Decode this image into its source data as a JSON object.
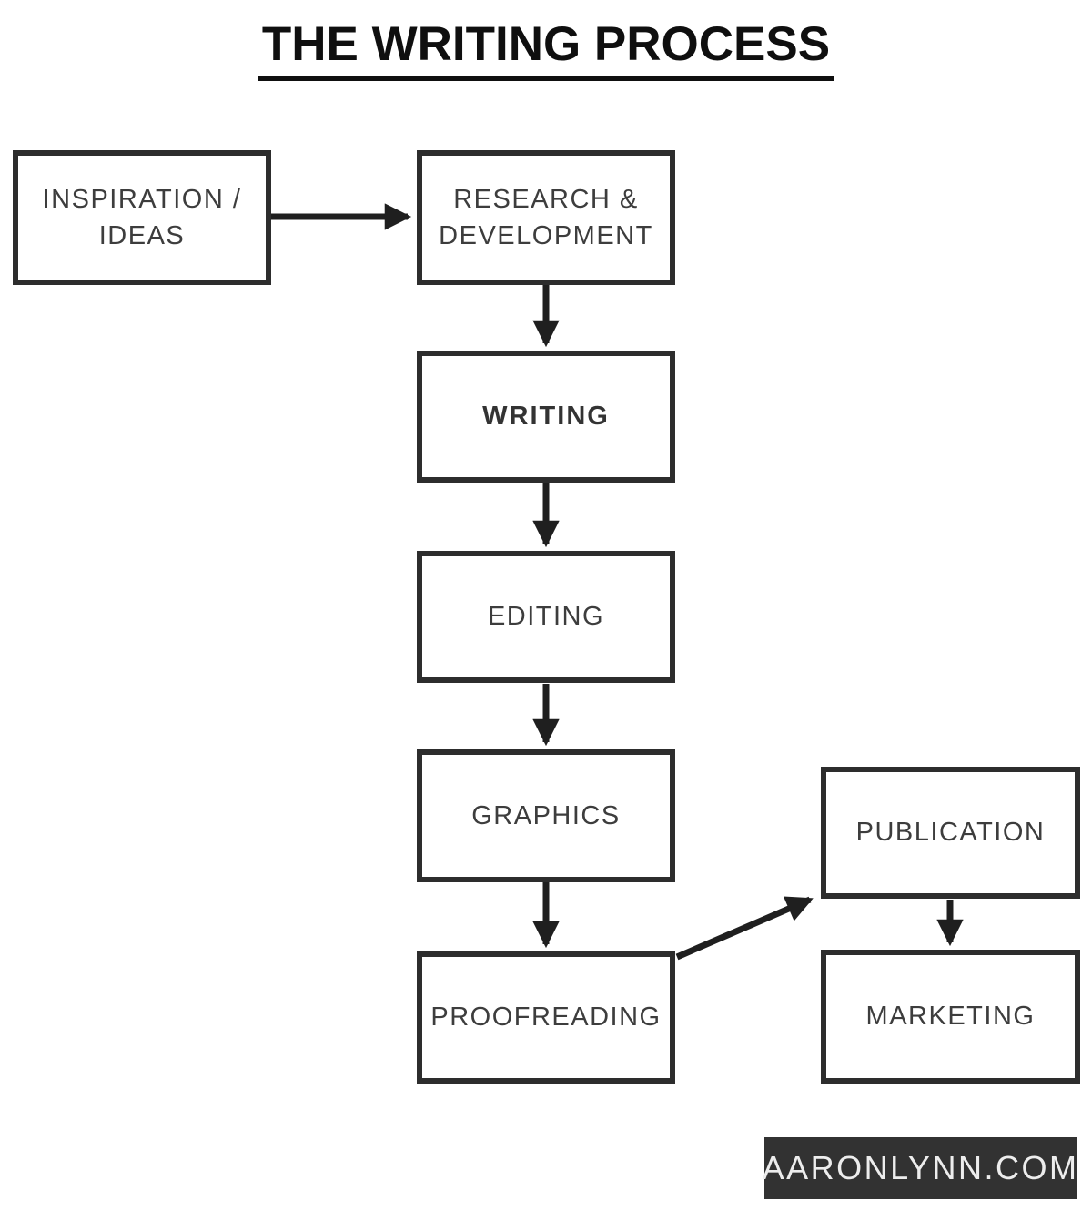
{
  "title": "THE WRITING PROCESS",
  "diagram": {
    "nodes": [
      {
        "id": "inspiration-ideas",
        "label": "INSPIRATION / IDEAS",
        "emphasis": "light"
      },
      {
        "id": "research-development",
        "label": "RESEARCH & DEVELOPMENT",
        "emphasis": "light"
      },
      {
        "id": "writing",
        "label": "WRITING",
        "emphasis": "bold"
      },
      {
        "id": "editing",
        "label": "EDITING",
        "emphasis": "light"
      },
      {
        "id": "graphics",
        "label": "GRAPHICS",
        "emphasis": "light"
      },
      {
        "id": "proofreading",
        "label": "PROOFREADING",
        "emphasis": "light"
      },
      {
        "id": "publication",
        "label": "PUBLICATION",
        "emphasis": "light"
      },
      {
        "id": "marketing",
        "label": "MARKETING",
        "emphasis": "light"
      }
    ],
    "edges": [
      {
        "from": "inspiration-ideas",
        "to": "research-development",
        "direction": "right"
      },
      {
        "from": "research-development",
        "to": "writing",
        "direction": "down"
      },
      {
        "from": "writing",
        "to": "editing",
        "direction": "down"
      },
      {
        "from": "editing",
        "to": "graphics",
        "direction": "down"
      },
      {
        "from": "graphics",
        "to": "proofreading",
        "direction": "down"
      },
      {
        "from": "proofreading",
        "to": "publication",
        "direction": "up-right"
      },
      {
        "from": "publication",
        "to": "marketing",
        "direction": "down"
      }
    ]
  },
  "watermark": {
    "text": "AARONLYNN.COM"
  },
  "colors": {
    "background": "#ffffff",
    "box_border": "#2d2d2d",
    "box_text": "#3d3d3d",
    "title_text": "#0f0f0f",
    "arrow": "#1f1f1f",
    "badge_bg": "#323232",
    "badge_text": "#ededed"
  }
}
